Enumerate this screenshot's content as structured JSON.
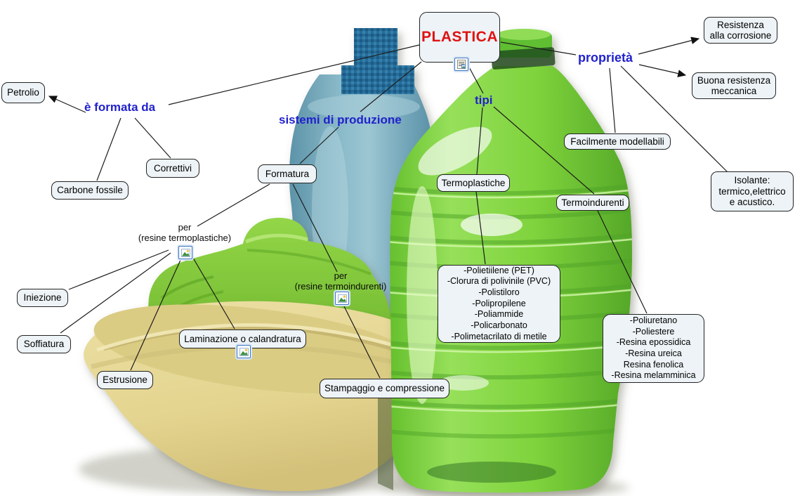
{
  "title": "PLASTICA concept map",
  "colors": {
    "node_bg": "#edf3f6",
    "node_border": "#232323",
    "root_text_red": "#e01212",
    "linking_phrase_blue": "#2222cc",
    "line": "#1c1c1c",
    "green_bottle": "#7fd33c",
    "blue_bottle": "#76a9bc",
    "yellow_bowl": "#e6d893",
    "green_can": "#84ca39"
  },
  "nodes": {
    "plastica": "PLASTICA",
    "petrolio": "Petrolio",
    "carbone": "Carbone fossile",
    "correttivi": "Correttivi",
    "formatura": "Formatura",
    "iniezione": "Iniezione",
    "soffiatura": "Soffiatura",
    "estrusione": "Estrusione",
    "laminazione": "Laminazione o calandratura",
    "stampaggio": "Stampaggio e compressione",
    "termoplastiche": "Termoplastiche",
    "termoindurenti": "Termoindurenti",
    "facilmente": "Facilmente modellabili",
    "corrosione": {
      "lines": [
        "Resistenza",
        "alla corrosione"
      ]
    },
    "meccanica": {
      "lines": [
        "Buona resistenza",
        "meccanica"
      ]
    },
    "isolante": {
      "lines": [
        "Isolante:",
        "termico,elettrico",
        "e acustico."
      ]
    },
    "tp_list": {
      "lines": [
        "-Polietiilene (PET)",
        "-Clorura di polivinile (PVC)",
        "-Polistiloro",
        "-Polipropilene",
        "-Poliammide",
        "-Policarbonato",
        "-Polimetacrilato di metile"
      ]
    },
    "ti_list": {
      "lines": [
        "-Poliuretano",
        "-Poliestere",
        "-Resina epossidica",
        "-Resina ureica",
        "Resina fenolica",
        "-Resina melamminica"
      ]
    }
  },
  "linking": {
    "formed": "è formata da",
    "production": "sistemi di produzione",
    "types": "tipi",
    "properties": "proprietà",
    "per_tp_1": "per",
    "per_tp_2": "(resine termoplastiche)",
    "per_ti_1": "per",
    "per_ti_2": "(resine termoindurenti)"
  },
  "icons": [
    "document-resource-icon",
    "image-resource-icon",
    "image-resource-icon",
    "image-resource-icon"
  ],
  "edges": [
    {
      "from": "plastica",
      "to": "formed",
      "arrow": false
    },
    {
      "from": "formed",
      "to": "petrolio",
      "arrow": true
    },
    {
      "from": "formed",
      "to": "carbone",
      "arrow": false
    },
    {
      "from": "formed",
      "to": "correttivi",
      "arrow": false
    },
    {
      "from": "plastica",
      "to": "production",
      "arrow": false
    },
    {
      "from": "production",
      "to": "formatura",
      "arrow": false
    },
    {
      "from": "formatura",
      "to": "per_tp",
      "arrow": false
    },
    {
      "from": "formatura",
      "to": "per_ti",
      "arrow": false
    },
    {
      "from": "per_tp",
      "to": "iniezione",
      "arrow": false
    },
    {
      "from": "per_tp",
      "to": "soffiatura",
      "arrow": false
    },
    {
      "from": "per_tp",
      "to": "estrusione",
      "arrow": false
    },
    {
      "from": "per_tp",
      "to": "laminazione",
      "arrow": false
    },
    {
      "from": "per_ti",
      "to": "stampaggio",
      "arrow": false
    },
    {
      "from": "plastica",
      "to": "types",
      "arrow": false
    },
    {
      "from": "types",
      "to": "termoplastiche",
      "arrow": false
    },
    {
      "from": "types",
      "to": "termoindurenti",
      "arrow": false
    },
    {
      "from": "termoplastiche",
      "to": "tp_list",
      "arrow": false
    },
    {
      "from": "termoindurenti",
      "to": "ti_list",
      "arrow": false
    },
    {
      "from": "plastica",
      "to": "properties",
      "arrow": false
    },
    {
      "from": "properties",
      "to": "corrosione",
      "arrow": true
    },
    {
      "from": "properties",
      "to": "meccanica",
      "arrow": true
    },
    {
      "from": "properties",
      "to": "facilmente",
      "arrow": false
    },
    {
      "from": "properties",
      "to": "isolante",
      "arrow": false
    }
  ]
}
